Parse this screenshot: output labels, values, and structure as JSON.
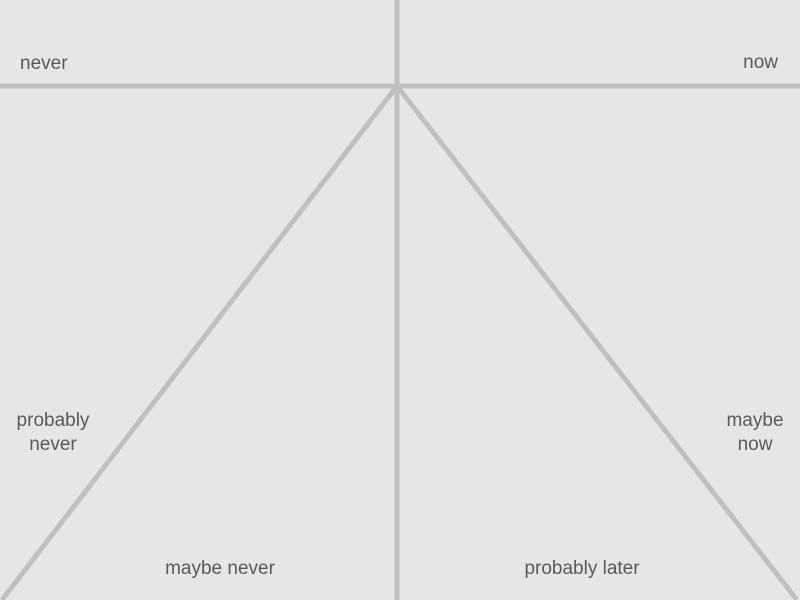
{
  "diagram": {
    "background": "#e6e6e6",
    "line_color": "#c0c0c0",
    "text_color": "#5a5a5a",
    "labels": {
      "never": "never",
      "now": "now",
      "probably_never_1": "probably",
      "probably_never_2": "never",
      "maybe_now_1": "maybe",
      "maybe_now_2": "now",
      "maybe_never": "maybe never",
      "probably_later": "probably later"
    }
  }
}
